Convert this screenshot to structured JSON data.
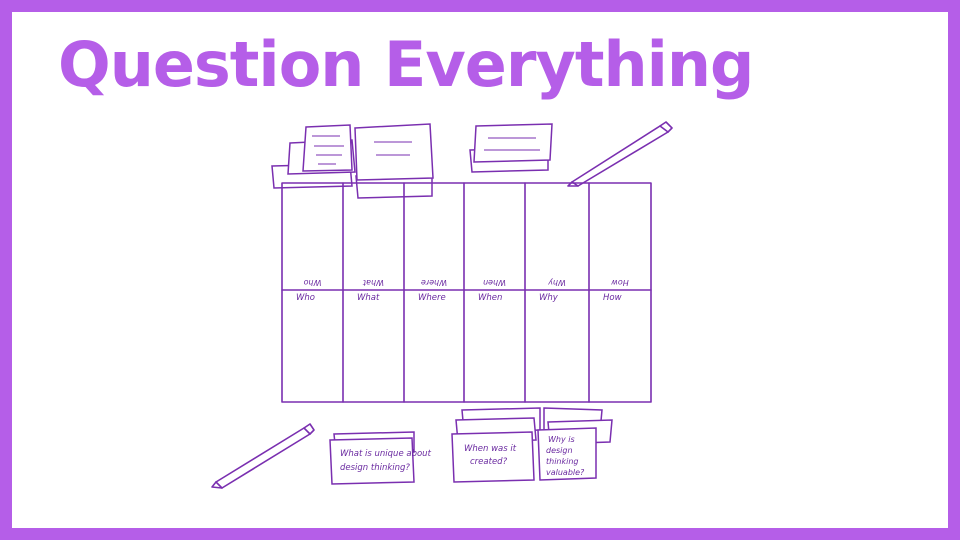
{
  "slide": {
    "title": "Question Everything",
    "accent_color": "#b55ee8",
    "ink_color": "#7a2fb0"
  },
  "board": {
    "top_labels_mirrored": [
      "Who",
      "What",
      "Where",
      "When",
      "Why",
      "How"
    ],
    "column_labels": [
      "Who",
      "What",
      "Where",
      "When",
      "Why",
      "How"
    ]
  },
  "sticky_notes": {
    "bottom": [
      {
        "lines": [
          "What is unique about",
          "design thinking?"
        ]
      },
      {
        "lines": [
          "When was it",
          "created?"
        ]
      },
      {
        "lines": [
          "Why is",
          "design",
          "thinking",
          "valuable?"
        ]
      }
    ]
  },
  "icons": [
    "pencil-icon",
    "pencil-icon"
  ]
}
